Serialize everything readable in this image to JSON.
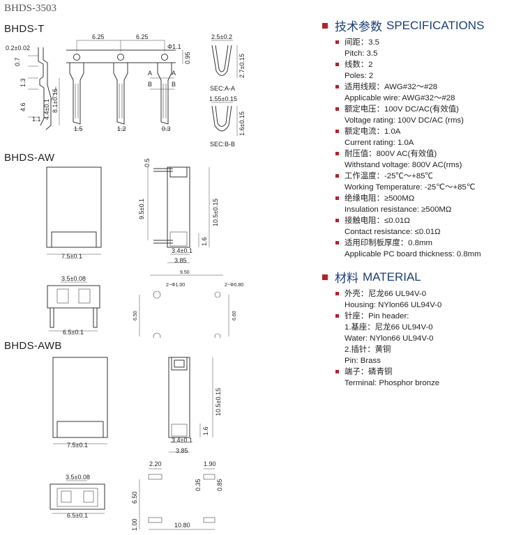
{
  "doc_title": "BHDS-3503",
  "sections": {
    "t": "BHDS-T",
    "aw": "BHDS-AW",
    "awb": "BHDS-AWB"
  },
  "drawing_t": {
    "dim_top": "0.2±0.02",
    "pitch1": "6.25",
    "pitch2": "6.25",
    "hole": "Φ1.1",
    "d07": "0.7",
    "d13": "1.3",
    "d46": "4.6",
    "d44": "4.4±0.1",
    "d81": "8.1±0.15",
    "d11": "1.1",
    "d15": "1.5",
    "d12": "1.2",
    "d03": "0.3",
    "d95": "0.95",
    "secA_w": "2.5±0.2",
    "secA_h": "2.7±0.15",
    "secA_label": "SEC:A-A",
    "secB_w": "1.55±0.15",
    "secB_h": "1.6±0.15",
    "secB_label": "SEC:B-B",
    "A": "A",
    "B": "B"
  },
  "drawing_aw": {
    "w_front": "7.5±0.1",
    "h_inner": "9.5±0.1",
    "h_outer": "10.5±0.15",
    "d05": "0.5",
    "d16": "1.6",
    "d34": "3.4±0.1",
    "d385": "3.85",
    "bot_top": "3.5±0.08",
    "bot_w": "6.5±0.1",
    "pcb_w": "9.50",
    "pcb_h": "6.50",
    "pcb_h2": "6.60",
    "pcb_hole1": "2−Φ1.00",
    "pcb_hole2": "2−Φ0.80"
  },
  "drawing_awb": {
    "w_front": "7.5±0.1",
    "h_outer": "10.5±0.15",
    "d16": "1.6",
    "d34": "3.4±0.1",
    "d385": "3.85",
    "bot_top": "3.5±0.08",
    "bot_w": "6.5±0.1",
    "pad_w1": "2.20",
    "pad_w2": "1.90",
    "pad_h": "0.85",
    "pad_g": "0.35",
    "pcb_h": "6.50",
    "pcb_b": "1.00",
    "pcb_w": "10.80"
  },
  "specs": {
    "header_cn": "技术参数",
    "header_en": "SPECIFICATIONS",
    "rows": [
      {
        "text": "间距：3.5",
        "bullet": true
      },
      {
        "text": "Pitch: 3.5",
        "bullet": false
      },
      {
        "text": "线数：2",
        "bullet": true
      },
      {
        "text": "Poles: 2",
        "bullet": false
      },
      {
        "text": "适用线规：AWG#32～#28",
        "bullet": true
      },
      {
        "text": "Applicable wire: AWG#32～#28",
        "bullet": false
      },
      {
        "text": "额定电压：100V DC/AC(有效值)",
        "bullet": true
      },
      {
        "text": "Voltage rating: 100V DC/AC (rms)",
        "bullet": false
      },
      {
        "text": "额定电流：1.0A",
        "bullet": true
      },
      {
        "text": "Current rating: 1.0A",
        "bullet": false
      },
      {
        "text": "耐压值：800V AC(有效值)",
        "bullet": true
      },
      {
        "text": "Withstand voltage: 800V AC(rms)",
        "bullet": false
      },
      {
        "text": "工作温度：-25℃～+85℃",
        "bullet": true
      },
      {
        "text": "Working Temperature: -25℃～+85℃",
        "bullet": false
      },
      {
        "text": "绝缘电阻：≥500MΩ",
        "bullet": true
      },
      {
        "text": "Insulation resistance: ≥500MΩ",
        "bullet": false
      },
      {
        "text": "接触电阻：≤0.01Ω",
        "bullet": true
      },
      {
        "text": "Contact resistance: ≤0.01Ω",
        "bullet": false
      },
      {
        "text": "适用印制板厚度：0.8mm",
        "bullet": true
      },
      {
        "text": "Applicable PC board thickness: 0.8mm",
        "bullet": false
      }
    ]
  },
  "material": {
    "header_cn": "材料",
    "header_en": "MATERIAL",
    "rows": [
      {
        "text": "外壳：尼龙66    UL94V-0",
        "bullet": true
      },
      {
        "text": "Housing: NYlon66   UL94V-0",
        "bullet": false
      },
      {
        "text": "针座：Pin header:",
        "bullet": true
      },
      {
        "text": "1.基座：尼龙66    UL94V-0",
        "bullet": false
      },
      {
        "text": "Water: NYlon66   UL94V-0",
        "bullet": false
      },
      {
        "text": "2.插针：黄铜",
        "bullet": false
      },
      {
        "text": "Pin: Brass",
        "bullet": false
      },
      {
        "text": "端子：磷青铜",
        "bullet": true
      },
      {
        "text": "Terminal:    Phosphor bronze",
        "bullet": false
      }
    ]
  }
}
